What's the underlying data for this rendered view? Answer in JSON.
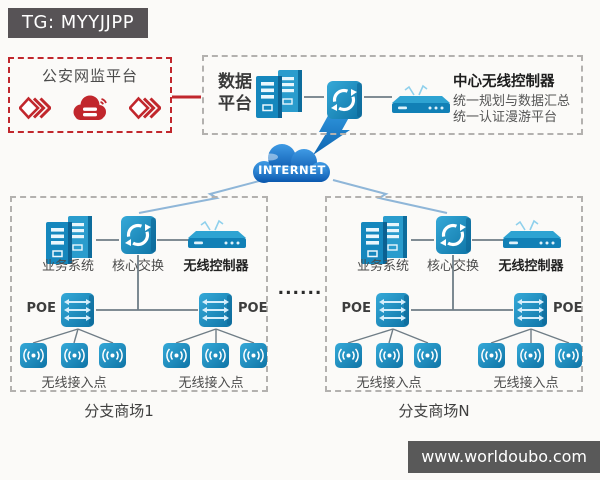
{
  "badges": {
    "tg": "TG: MYYJJPP",
    "website": "www.worldoubo.com"
  },
  "police_platform": {
    "title": "公安网监平台"
  },
  "data_platform": {
    "label_line1": "数据",
    "label_line2": "平台",
    "controller_title": "中心无线控制器",
    "controller_line1": "统一规划与数据汇总",
    "controller_line2": "统一认证漫游平台"
  },
  "internet_label": "INTERNET",
  "separator_dots": "......",
  "branch_labels": {
    "business_system": "业务系统",
    "core_switch": "核心交换",
    "wireless_controller": "无线控制器",
    "poe": "POE",
    "access_point": "无线接入点"
  },
  "branches": [
    {
      "name": "分支商场1"
    },
    {
      "name": "分支商场N"
    }
  ],
  "colors": {
    "device_teal": "#1587bd",
    "alert_red": "#c1272d",
    "cloud_blue": "#1470c4",
    "badge_gray": "#585556"
  }
}
